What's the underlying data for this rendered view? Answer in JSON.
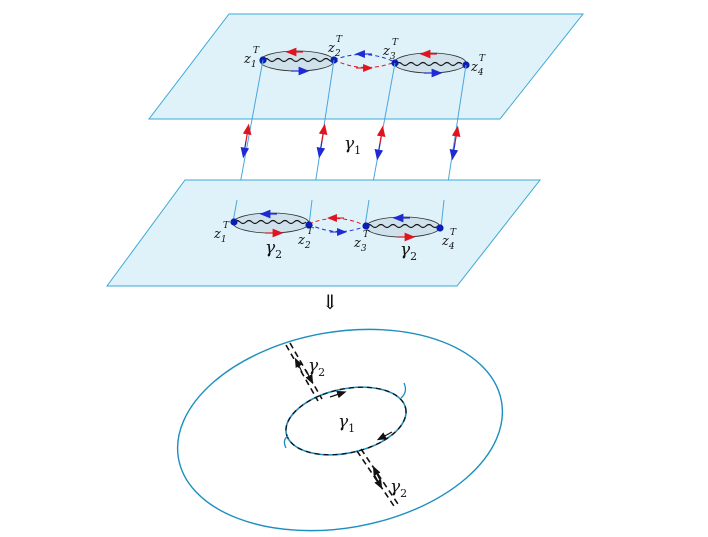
{
  "colors": {
    "plane_fill": "#dff2fa",
    "plane_stroke": "#3aa9d6",
    "connector": "#4aa6dc",
    "cut_fill": "#cfe2ec",
    "dot": "#0a1eb4",
    "arrow_red": "#e0141e",
    "arrow_blue": "#1e2ad2",
    "torus": "#1c8fc0",
    "dash": "#111111"
  },
  "top_plane": {
    "points": [
      {
        "base": "z",
        "sub": "1",
        "sup": "T"
      },
      {
        "base": "z",
        "sub": "2",
        "sup": "T"
      },
      {
        "base": "z",
        "sub": "3",
        "sup": "T"
      },
      {
        "base": "z",
        "sub": "4",
        "sup": "T"
      }
    ]
  },
  "sheet_label": {
    "base": "γ",
    "sub": "1"
  },
  "bottom_plane": {
    "points": [
      {
        "base": "z",
        "sub": "1",
        "sup": "T"
      },
      {
        "base": "z",
        "sub": "2",
        "sup": "T"
      },
      {
        "base": "z",
        "sub": "3",
        "sup": "T"
      },
      {
        "base": "z",
        "sub": "4",
        "sup": "T"
      }
    ],
    "cycle_labels": [
      {
        "base": "γ",
        "sub": "2"
      },
      {
        "base": "γ",
        "sub": "2"
      }
    ]
  },
  "implies_symbol": "⇓",
  "torus": {
    "inner_label": {
      "base": "γ",
      "sub": "1"
    },
    "cycle_labels": [
      {
        "base": "γ",
        "sub": "2"
      },
      {
        "base": "γ",
        "sub": "2"
      }
    ]
  }
}
